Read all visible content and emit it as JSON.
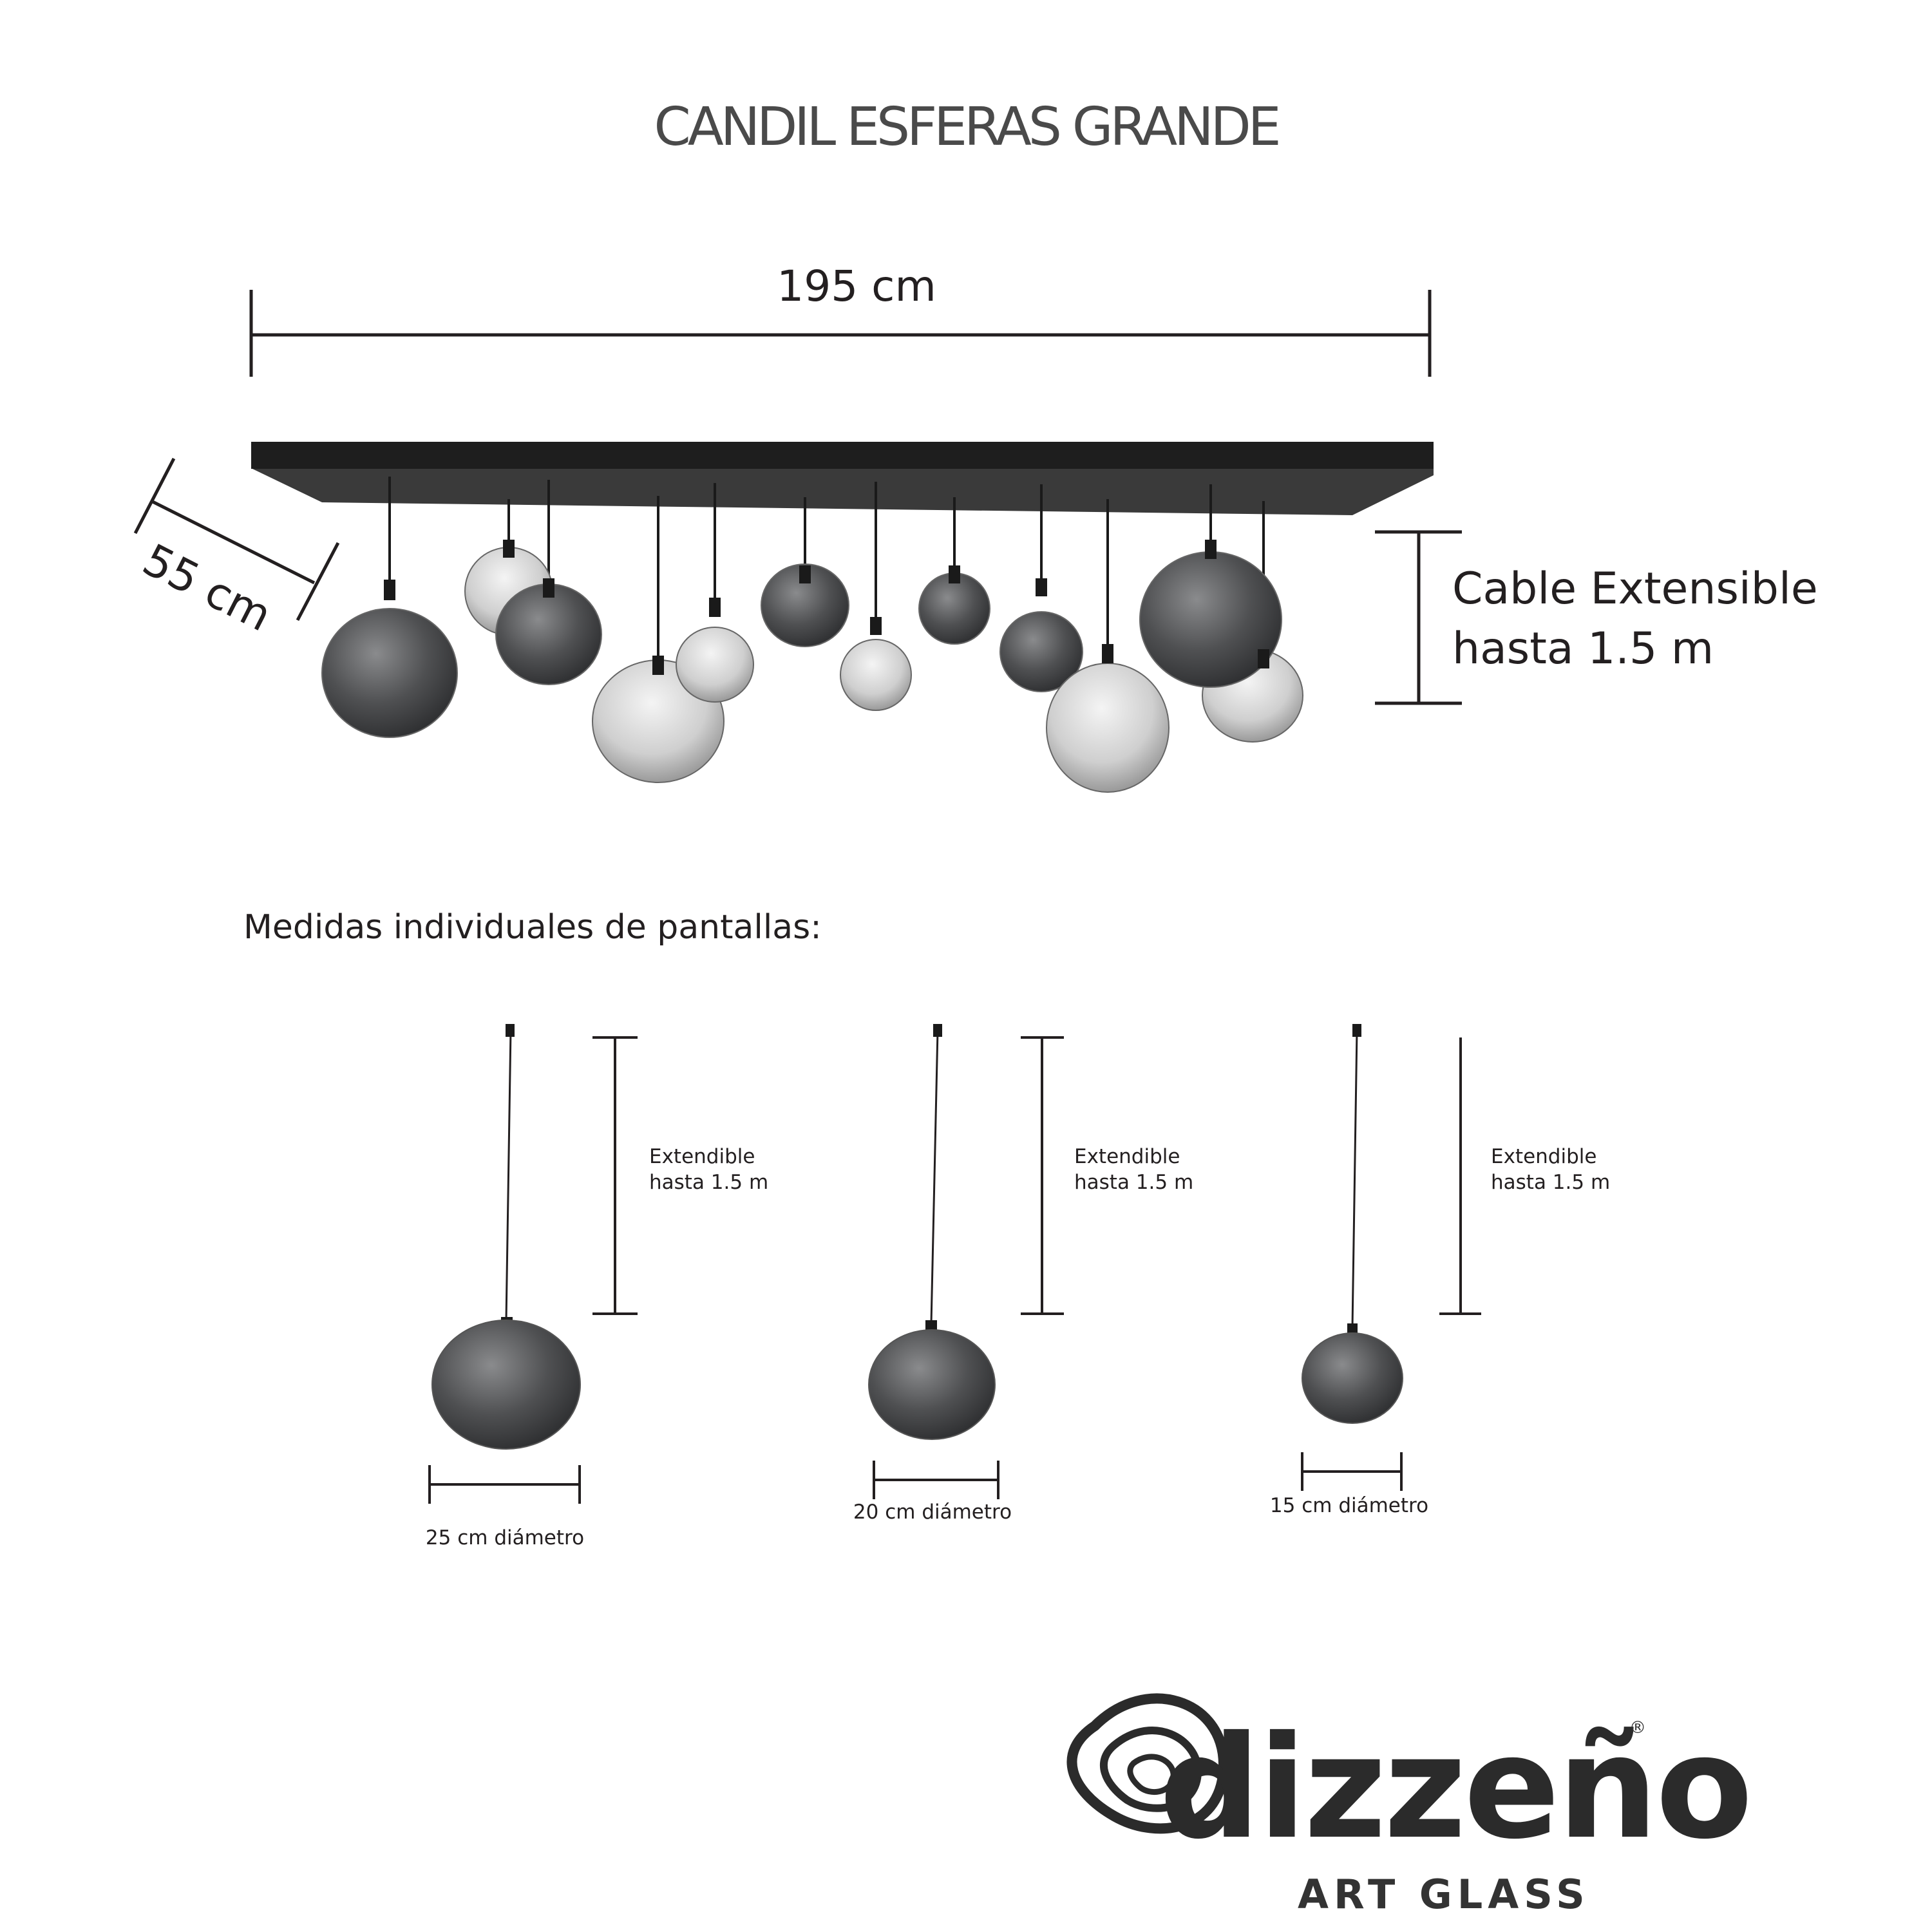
{
  "title": "CANDIL ESFERAS GRANDE",
  "dimensions": {
    "width_label": "195 cm",
    "depth_label": "55 cm",
    "cable_line1": "Cable Extensible",
    "cable_line2": "hasta 1.5 m"
  },
  "section_title": "Medidas individuales de pantallas:",
  "pendants": [
    {
      "ext_line1": "Extendible",
      "ext_line2": "hasta 1.5 m",
      "diameter": "25 cm diámetro"
    },
    {
      "ext_line1": "Extendible",
      "ext_line2": "hasta 1.5 m",
      "diameter": "20 cm diámetro"
    },
    {
      "ext_line1": "Extendible",
      "ext_line2": "hasta 1.5 m",
      "diameter": "15 cm diámetro"
    }
  ],
  "brand": {
    "name": "dizzeño",
    "tagline": "ART GLASS",
    "mark": "®"
  },
  "colors": {
    "line": "#231f20",
    "smoke_glass": "#4f5052",
    "clear_glass": "#c9c9c9",
    "board": "#222222"
  }
}
